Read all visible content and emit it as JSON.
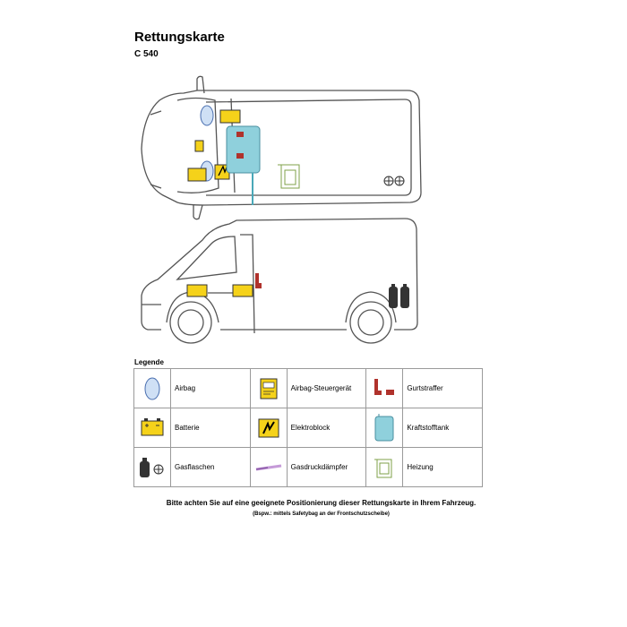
{
  "header": {
    "title": "Rettungskarte",
    "model": "C 540"
  },
  "legend": {
    "title": "Legende",
    "rows": [
      [
        {
          "icon": "airbag-icon",
          "label": "Airbag"
        },
        {
          "icon": "airbag-control-unit-icon",
          "label": "Airbag-Steuergerät"
        },
        {
          "icon": "belt-tensioner-icon",
          "label": "Gurtstraffer"
        }
      ],
      [
        {
          "icon": "battery-icon",
          "label": "Batterie"
        },
        {
          "icon": "electro-block-icon",
          "label": "Elektroblock"
        },
        {
          "icon": "fuel-tank-icon",
          "label": "Kraftstofftank"
        }
      ],
      [
        {
          "icon": "gas-bottles-icon",
          "label": "Gasflaschen"
        },
        {
          "icon": "gas-spring-icon",
          "label": "Gasdruckdämpfer"
        },
        {
          "icon": "heater-icon",
          "label": "Heizung"
        }
      ]
    ]
  },
  "note": {
    "main": "Bitte achten Sie auf eine geeignete Positionierung dieser Rettungskarte in Ihrem Fahrzeug.",
    "sub": "(Bspw.: mittels Safetybag an der Frontschutzscheibe)"
  },
  "colors": {
    "battery_fill": "#f5d21a",
    "airbag_fill": "#cfe0f5",
    "airbag_stroke": "#4a6fb0",
    "fuel_tank_fill": "#8fd0dc",
    "belt_tensioner_fill": "#b0322c",
    "heater_stroke": "#7fa24a",
    "gas_spring_fill": "#c59ad8",
    "outline": "#555555"
  }
}
